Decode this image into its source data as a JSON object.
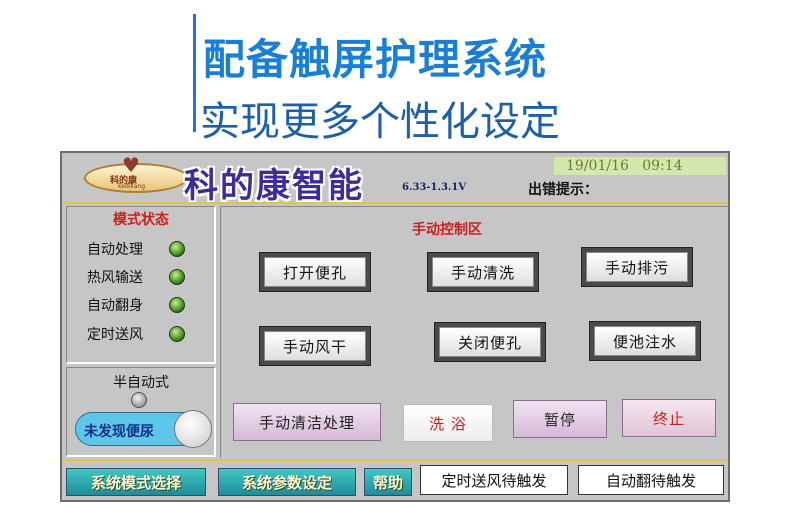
{
  "hero": {
    "title": "配备触屏护理系统",
    "subtitle": "实现更多个性化设定"
  },
  "header": {
    "logo_text": "科的康",
    "logo_subtext": "kedikang",
    "brand": "科的康智能",
    "version": "6.33-1.3.1V",
    "datetime": "19/01/16   09:14",
    "error_label": "出错提示："
  },
  "mode_status": {
    "title": "模式状态",
    "items": [
      {
        "label": "自动处理"
      },
      {
        "label": "热风输送"
      },
      {
        "label": "自动翻身"
      },
      {
        "label": "定时送风"
      }
    ]
  },
  "semi_auto": {
    "title": "半自动式",
    "toggle_label": "未发现便尿"
  },
  "manual": {
    "title": "手动控制区",
    "buttons": [
      {
        "label": "打开便孔"
      },
      {
        "label": "手动清洗"
      },
      {
        "label": "手动排污"
      },
      {
        "label": "手动风干"
      },
      {
        "label": "关闭便孔"
      },
      {
        "label": "便池注水"
      }
    ],
    "actions": [
      {
        "label": "手动清洁处理"
      },
      {
        "label": "洗 浴"
      },
      {
        "label": "暂停"
      },
      {
        "label": "终止"
      }
    ]
  },
  "nav": {
    "items": [
      {
        "label": "系统模式选择"
      },
      {
        "label": "系统参数设定"
      },
      {
        "label": "帮助"
      },
      {
        "label": "定时送风待触发"
      },
      {
        "label": "自动翻待触发"
      }
    ]
  },
  "colors": {
    "accent_red": "#cc2020",
    "hero_blue": "#1a7fd4",
    "led_green": "#2f7a16",
    "divider_gold": "#e4c34a"
  }
}
